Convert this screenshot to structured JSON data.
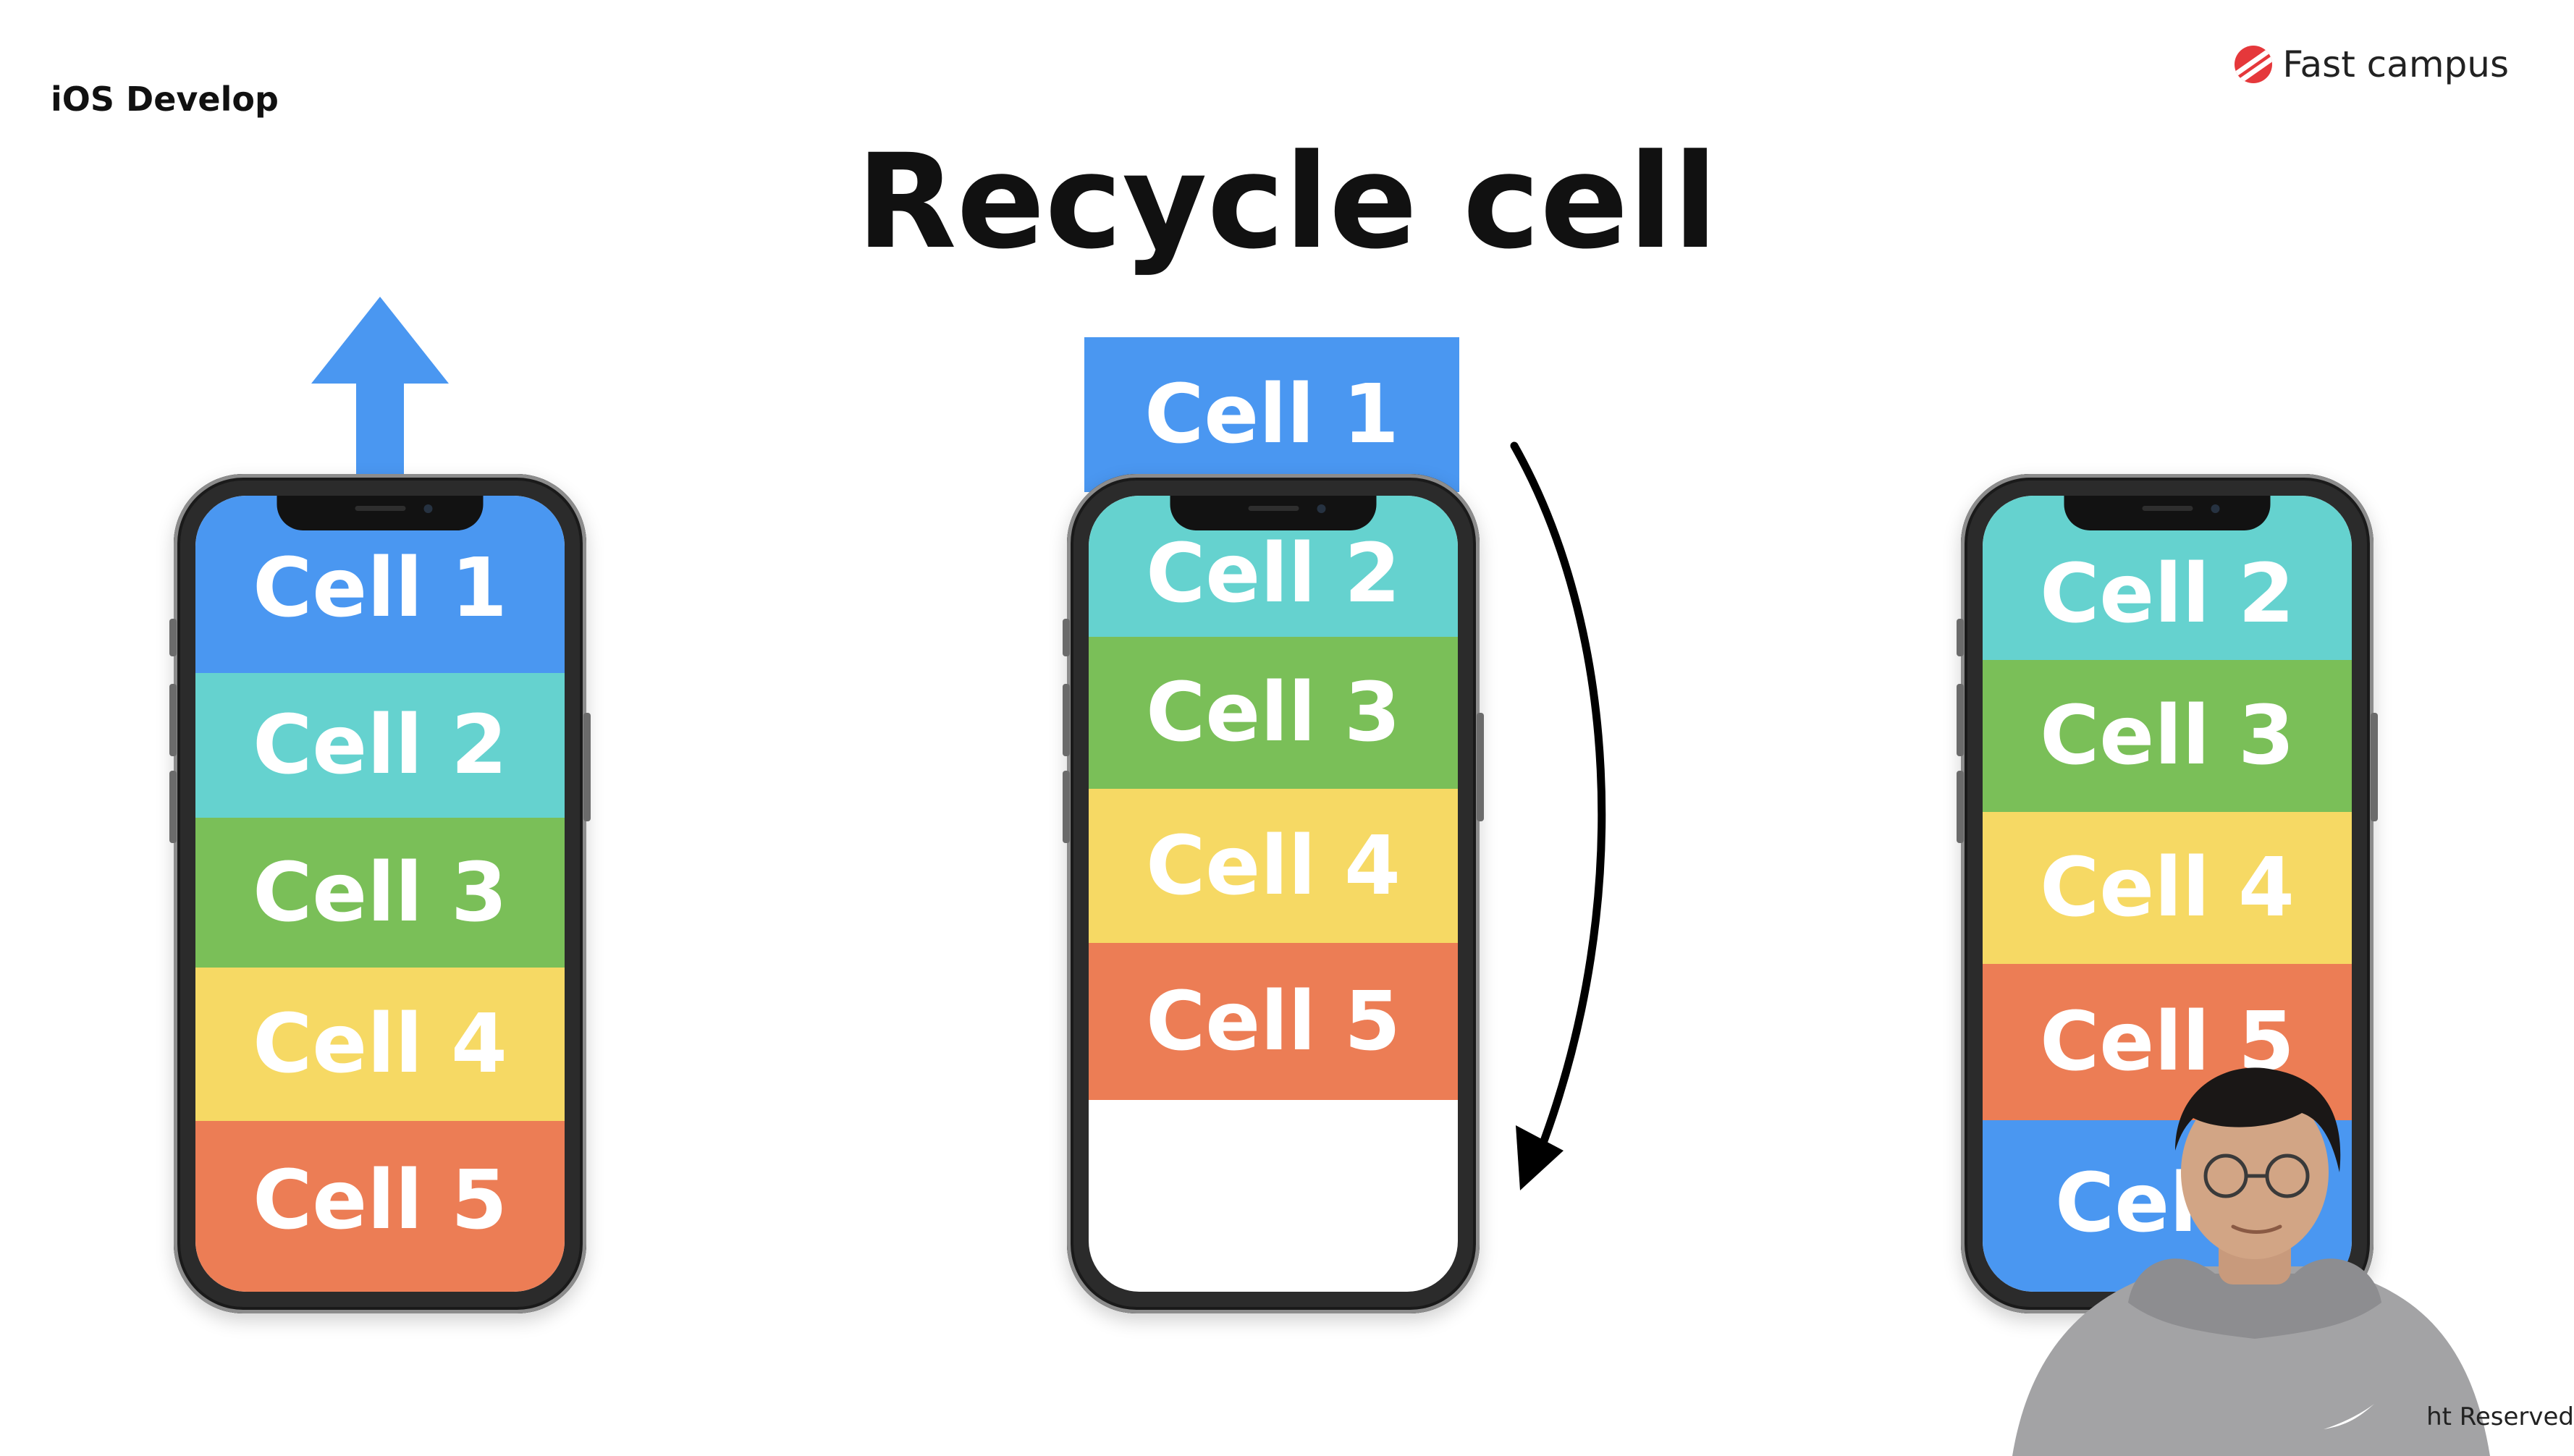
{
  "header": {
    "course": "iOS Develop",
    "brand": "Fast campus",
    "title": "Recycle cell"
  },
  "colors": {
    "blue": "#4a97f1",
    "teal": "#65d2cf",
    "green": "#7abf58",
    "yellow": "#f6d964",
    "orange": "#ec7d55"
  },
  "phone_left": {
    "cells": [
      "Cell 1",
      "Cell 2",
      "Cell 3",
      "Cell 4",
      "Cell 5"
    ]
  },
  "phone_middle": {
    "floating_cell": "Cell 1",
    "cells": [
      "Cell 2",
      "Cell 3",
      "Cell 4",
      "Cell 5"
    ]
  },
  "phone_right": {
    "cells": [
      "Cell 2",
      "Cell 3",
      "Cell 4",
      "Cell 5",
      "Cell"
    ]
  },
  "footer": {
    "text": "ht Reserved"
  }
}
